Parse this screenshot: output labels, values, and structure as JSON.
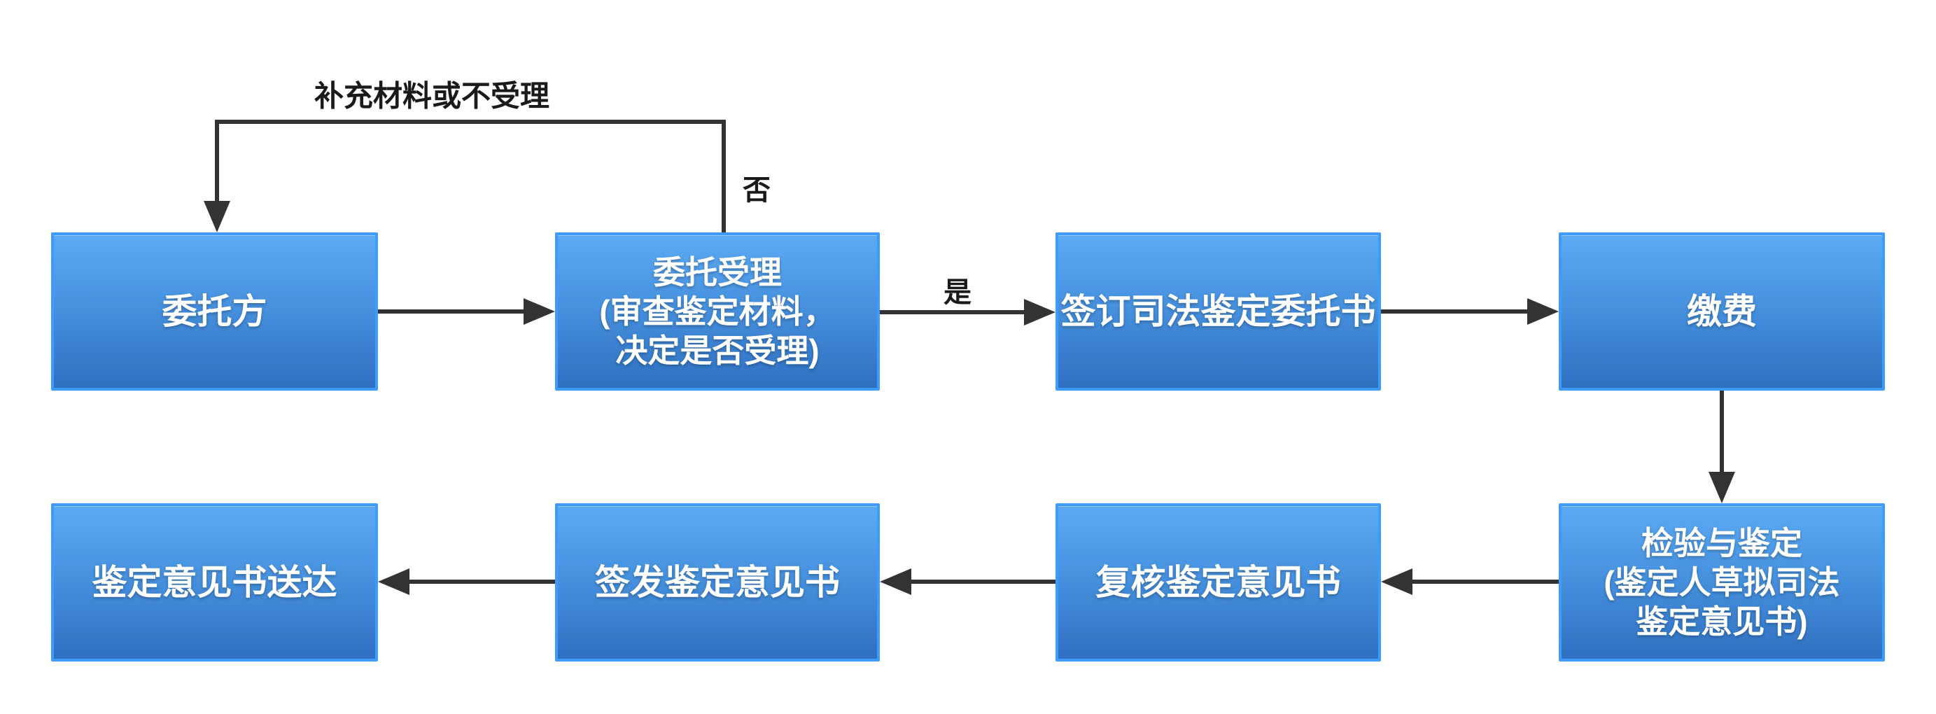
{
  "flowchart": {
    "nodes": [
      {
        "id": "client",
        "label": "委托方"
      },
      {
        "id": "acceptance",
        "label": "委托受理\n(审查鉴定材料，\n决定是否受理)"
      },
      {
        "id": "sign",
        "label": "签订司法鉴定委托书"
      },
      {
        "id": "payment",
        "label": "缴费"
      },
      {
        "id": "inspection",
        "label": "检验与鉴定\n(鉴定人草拟司法\n鉴定意见书)"
      },
      {
        "id": "review",
        "label": "复核鉴定意见书"
      },
      {
        "id": "issue",
        "label": "签发鉴定意见书"
      },
      {
        "id": "delivery",
        "label": "鉴定意见书送达"
      }
    ],
    "edges": [
      {
        "from": "client",
        "to": "acceptance",
        "label": ""
      },
      {
        "from": "acceptance",
        "to": "sign",
        "label": "是"
      },
      {
        "from": "sign",
        "to": "payment",
        "label": ""
      },
      {
        "from": "payment",
        "to": "inspection",
        "label": ""
      },
      {
        "from": "inspection",
        "to": "review",
        "label": ""
      },
      {
        "from": "review",
        "to": "issue",
        "label": ""
      },
      {
        "from": "issue",
        "to": "delivery",
        "label": ""
      },
      {
        "from": "acceptance",
        "to": "client",
        "label": "否",
        "annotation": "补充材料或不受理"
      }
    ],
    "colors": {
      "box_border": "#3e9bfd",
      "box_fill_top": "#5caaf4",
      "box_fill_bottom": "#2f70c0",
      "box_text": "#ffffff",
      "arrow_color": "#333333",
      "label_text": "#1a1a1a",
      "background": "#ffffff"
    }
  }
}
